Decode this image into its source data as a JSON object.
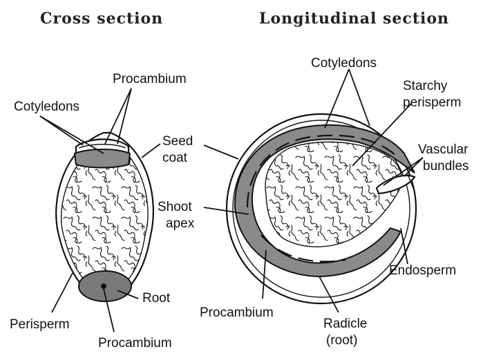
{
  "titles": {
    "cross": "Cross section",
    "longitudinal": "Longitudinal section"
  },
  "cross_labels": {
    "procambium_top": "Procambium",
    "cotyledons": "Cotyledons",
    "seed_coat_1": "Seed",
    "seed_coat_2": "coat",
    "root": "Root",
    "perisperm": "Perisperm",
    "procambium_bottom": "Procambium"
  },
  "long_labels": {
    "cotyledons": "Cotyledons",
    "starchy_1": "Starchy",
    "starchy_2": "perisperm",
    "vascular_1": "Vascular",
    "vascular_2": "bundles",
    "shoot_1": "Shoot",
    "shoot_2": "apex",
    "endosperm": "Endosperm",
    "procambium": "Procambium",
    "radicle_1": "Radicle",
    "radicle_2": "(root)"
  }
}
